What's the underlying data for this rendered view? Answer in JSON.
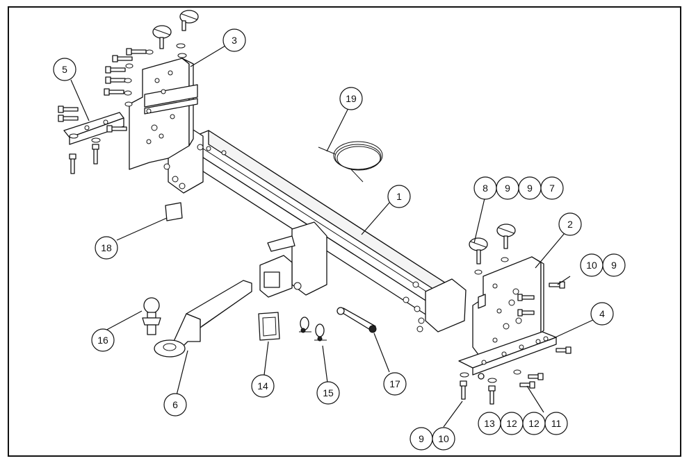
{
  "callouts": [
    {
      "id": "c1",
      "text": "1"
    },
    {
      "id": "c2",
      "text": "2"
    },
    {
      "id": "c3",
      "text": "3"
    },
    {
      "id": "c4",
      "text": "4"
    },
    {
      "id": "c5",
      "text": "5"
    },
    {
      "id": "c6",
      "text": "6"
    },
    {
      "id": "c14",
      "text": "14"
    },
    {
      "id": "c15",
      "text": "15"
    },
    {
      "id": "c16",
      "text": "16"
    },
    {
      "id": "c17",
      "text": "17"
    },
    {
      "id": "c18",
      "text": "18"
    },
    {
      "id": "c19",
      "text": "19"
    },
    {
      "id": "c8a",
      "text": "8"
    },
    {
      "id": "c9a",
      "text": "9"
    },
    {
      "id": "c9b",
      "text": "9"
    },
    {
      "id": "c7",
      "text": "7"
    },
    {
      "id": "c10a",
      "text": "10"
    },
    {
      "id": "c9c",
      "text": "9"
    },
    {
      "id": "c13",
      "text": "13"
    },
    {
      "id": "c12a",
      "text": "12"
    },
    {
      "id": "c12b",
      "text": "12"
    },
    {
      "id": "c11",
      "text": "11"
    },
    {
      "id": "c9d",
      "text": "9"
    },
    {
      "id": "c10b",
      "text": "10"
    }
  ]
}
